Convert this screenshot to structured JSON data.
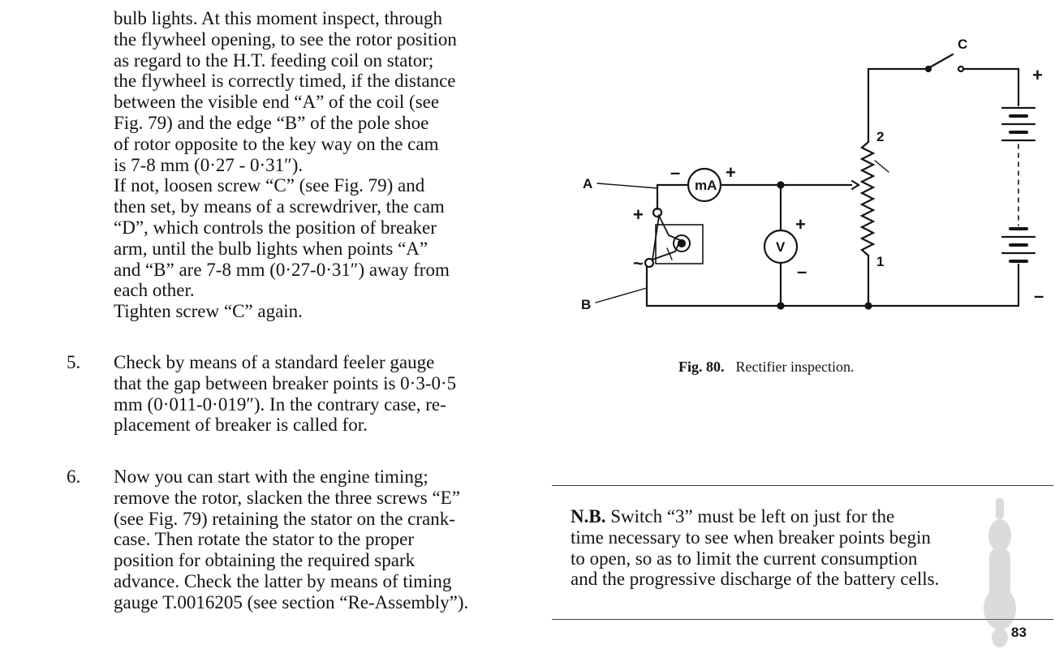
{
  "paragraph_continuation": {
    "lines": [
      "bulb lights. At this moment inspect, through",
      "the flywheel opening, to see the rotor position",
      "as regard to the H.T. feeding coil on stator;",
      "the flywheel is correctly timed, if the distance",
      "between the visible end “A” of the coil (see",
      "Fig. 79) and the edge “B” of the pole shoe",
      "of rotor opposite to the key way on the cam",
      "is 7-8 mm (0·27 - 0·31″).",
      "If not, loosen screw “C” (see Fig. 79) and",
      "then set, by means of a screwdriver, the cam",
      "“D”, which controls the position of breaker",
      "arm, until the bulb lights when points “A”",
      "and “B” are 7-8 mm (0·27-0·31″) away from",
      "each other.",
      "Tighten screw  “C” again."
    ]
  },
  "items": [
    {
      "number": "5.",
      "lines": [
        "Check by means of a standard feeler gauge",
        "that the gap between breaker points is 0·3-0·5",
        "mm (0·011-0·019″). In the contrary case, re-",
        "placement of breaker is called for."
      ]
    },
    {
      "number": "6.",
      "lines": [
        "Now you can start with the engine timing;",
        "remove the rotor, slacken the three screws “E”",
        "(see Fig. 79) retaining the stator on the crank-",
        "case. Then rotate the stator to the proper",
        "position for obtaining the required spark",
        "advance. Check the latter by means of timing",
        "gauge T.0016205 (see section “Re-Assembly”)."
      ]
    }
  ],
  "figure": {
    "label_fig": "Fig. 80.",
    "caption": "Rectifier inspection.",
    "labels": {
      "A": "A",
      "B": "B",
      "C": "C",
      "ammeter": "mA",
      "voltmeter": "V",
      "rheostat_top": "2",
      "rheostat_bottom": "1",
      "plus": "+",
      "minus": "–",
      "ac": "~"
    }
  },
  "nb": {
    "label": "N.B.",
    "lines": [
      " Switch “3” must be left on just for the",
      "time necessary to see when breaker points begin",
      "to open, so as to limit the current consumption",
      "and the progressive discharge of the battery cells."
    ]
  },
  "page_number": "83"
}
